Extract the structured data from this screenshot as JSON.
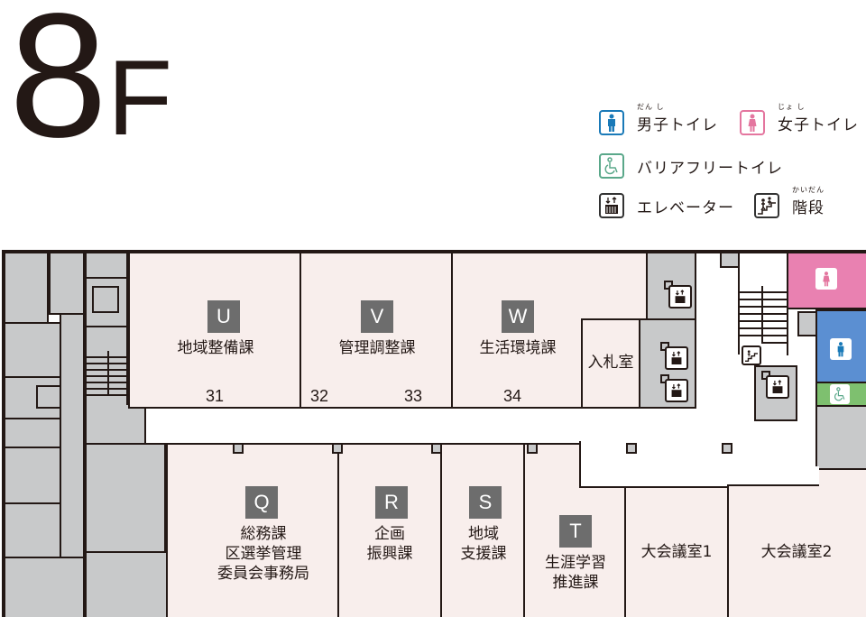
{
  "floor": {
    "number": "8",
    "suffix": "F"
  },
  "legend": {
    "mens_toilet": {
      "label": "男子トイレ",
      "ruby": "だん し",
      "icon": "mens-toilet-icon",
      "color": "#1a7ab8"
    },
    "womens_toilet": {
      "label": "女子トイレ",
      "ruby": "じょ し",
      "icon": "womens-toilet-icon",
      "color": "#e4769f"
    },
    "barrier_free_toilet": {
      "label": "バリアフリートイレ",
      "icon": "wheelchair-icon",
      "color": "#5aa88a"
    },
    "elevator": {
      "label": "エレベーター",
      "icon": "elevator-icon"
    },
    "stairs": {
      "label": "階段",
      "ruby": "かいだん",
      "icon": "stairs-icon"
    }
  },
  "colors": {
    "office": "#f8eeec",
    "service": "#c8c9ca",
    "womens": "#e981b1",
    "mens": "#5b8fd2",
    "accessible": "#7ec06f",
    "letter_badge": "#6d6d6d"
  },
  "rooms": {
    "U": {
      "letter": "U",
      "name": "地域整備課",
      "numbers": [
        "31"
      ]
    },
    "V": {
      "letter": "V",
      "name": "管理調整課",
      "numbers": [
        "32",
        "33"
      ]
    },
    "W": {
      "letter": "W",
      "name": "生活環境課",
      "numbers": [
        "34"
      ]
    },
    "bid": {
      "name": "入札室"
    },
    "Q": {
      "letter": "Q",
      "name": "総務課\n区選挙管理\n委員会事務局"
    },
    "R": {
      "letter": "R",
      "name": "企画\n振興課"
    },
    "S": {
      "letter": "S",
      "name": "地域\n支援課"
    },
    "T": {
      "letter": "T",
      "name": "生涯学習\n推進課"
    },
    "hall1": {
      "name": "大会議室1"
    },
    "hall2": {
      "name": "大会議室2"
    }
  }
}
